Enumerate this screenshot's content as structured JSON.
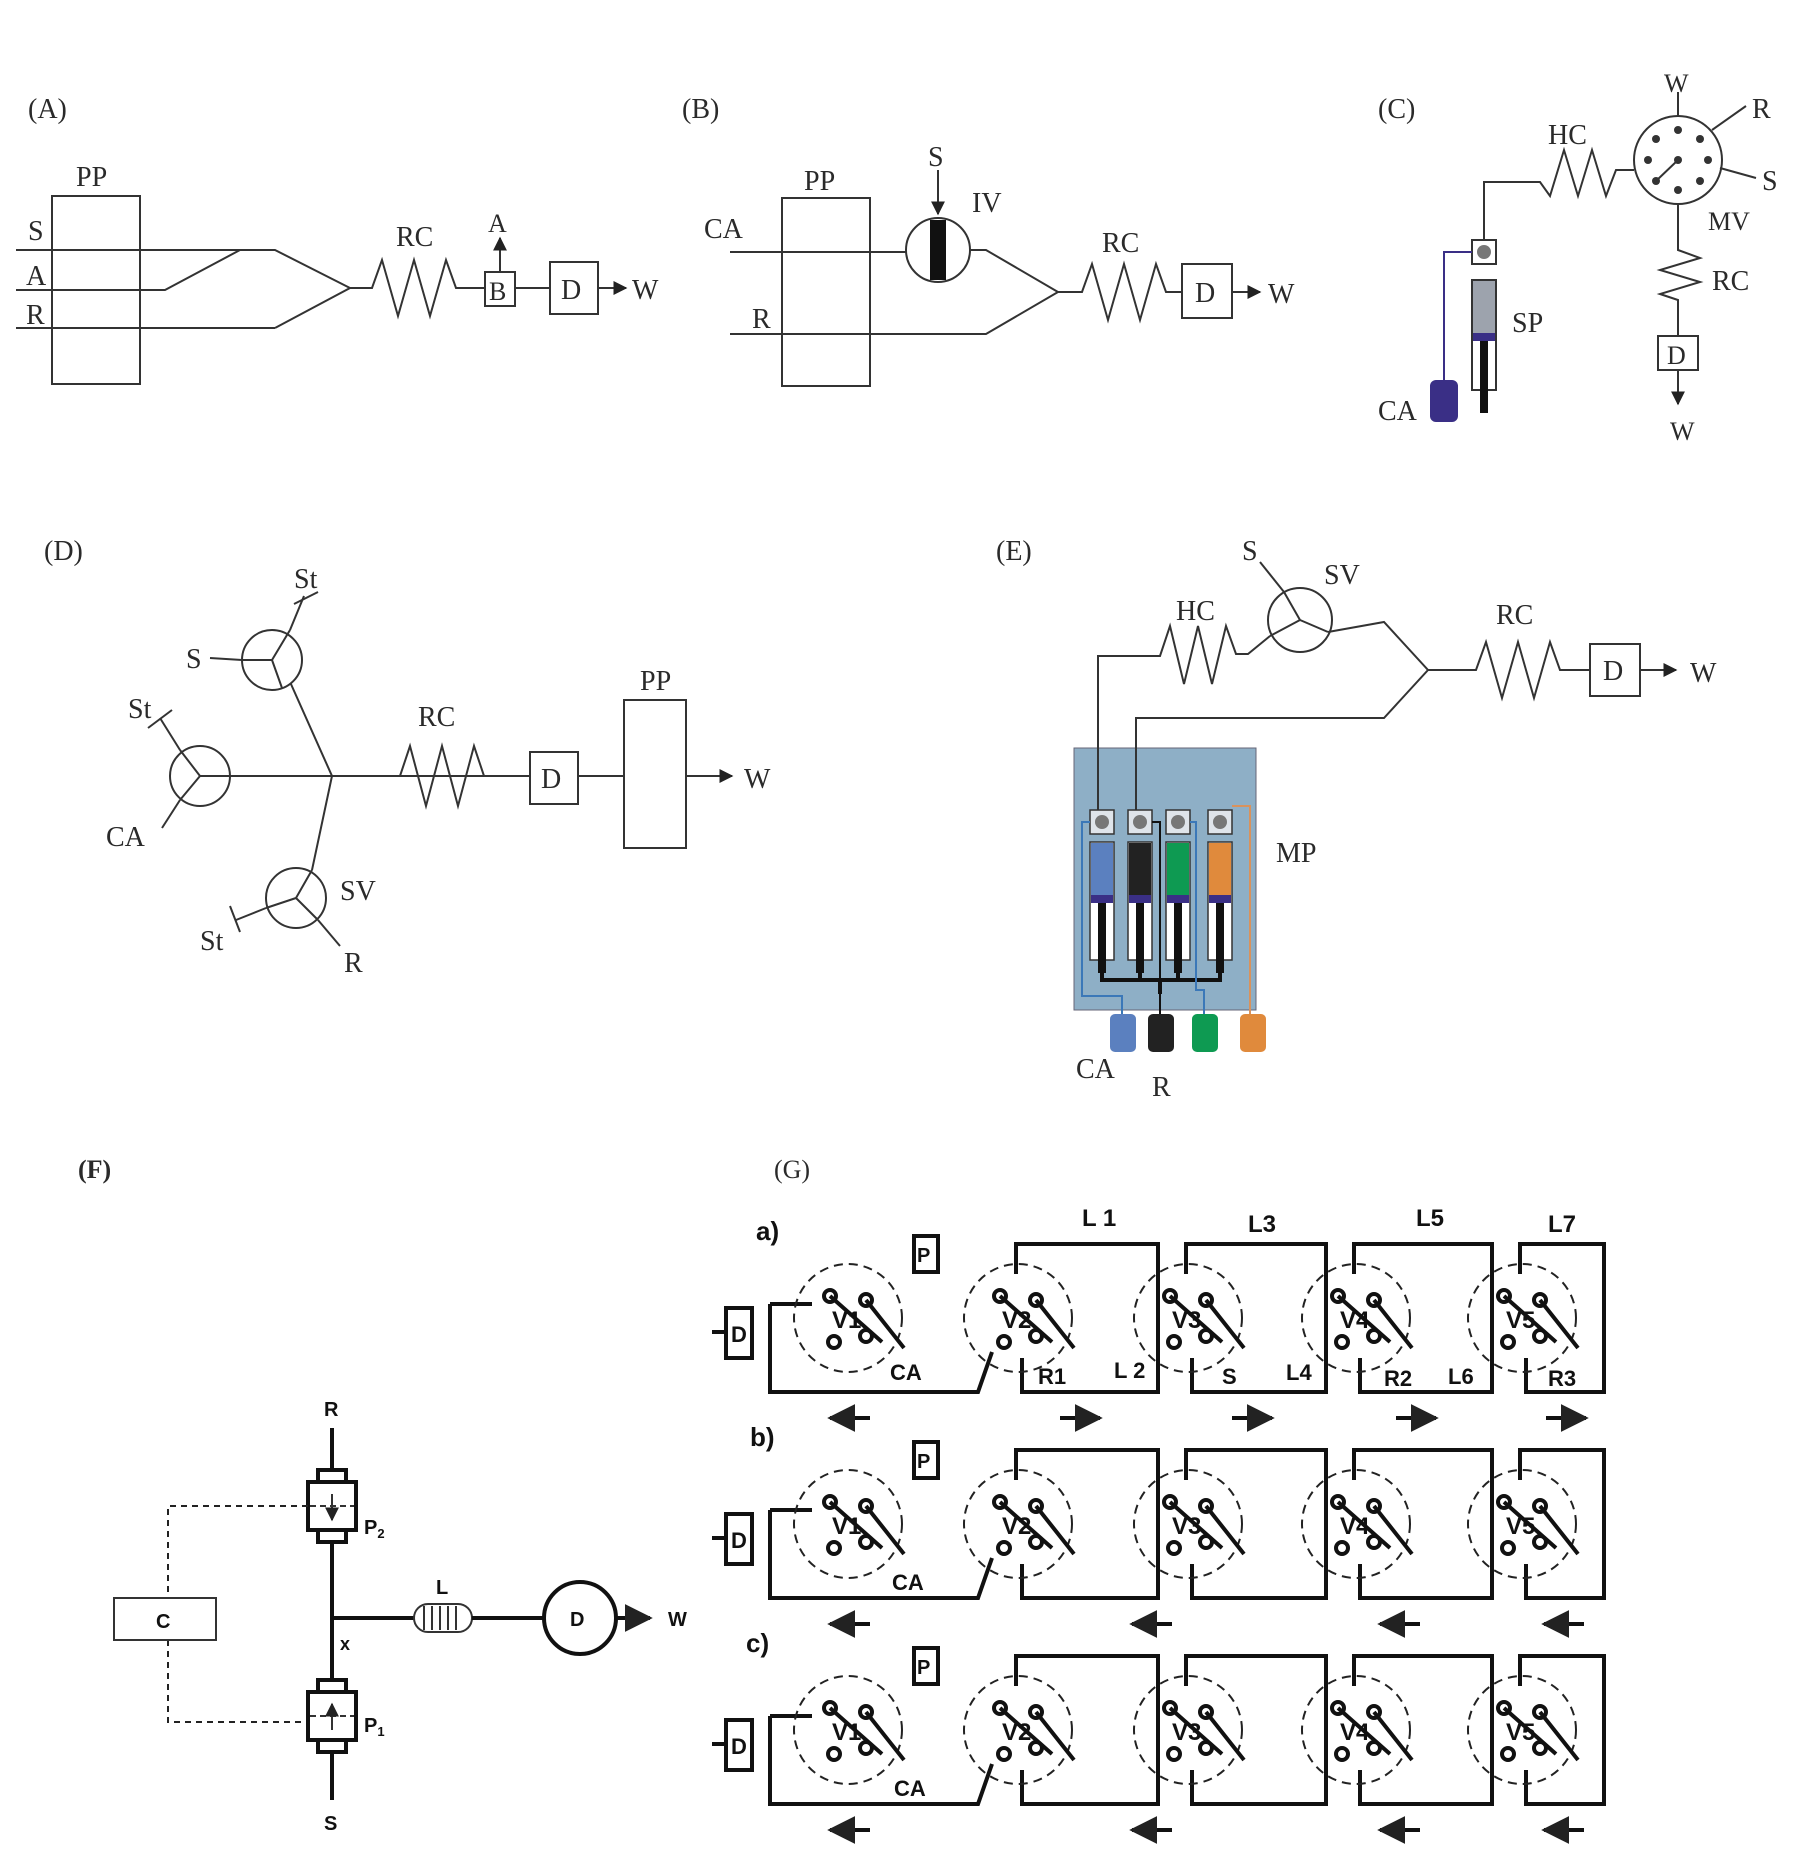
{
  "panels": {
    "A": {
      "label": "(A)",
      "pp": "PP",
      "s": "S",
      "a": "A",
      "r": "R",
      "rc": "RC",
      "b": "B",
      "a_out": "A",
      "d": "D",
      "w": "W"
    },
    "B": {
      "label": "(B)",
      "pp": "PP",
      "ca": "CA",
      "r": "R",
      "s": "S",
      "iv": "IV",
      "rc": "RC",
      "d": "D",
      "w": "W"
    },
    "C": {
      "label": "(C)",
      "hc": "HC",
      "w_top": "W",
      "r": "R",
      "s": "S",
      "mv": "MV",
      "rc": "RC",
      "d": "D",
      "w_bottom": "W",
      "sp": "SP",
      "ca": "CA"
    },
    "D": {
      "label": "(D)",
      "st1": "St",
      "s": "S",
      "st2": "St",
      "ca": "CA",
      "sv": "SV",
      "st3": "St",
      "r": "R",
      "rc": "RC",
      "d": "D",
      "pp": "PP",
      "w": "W"
    },
    "E": {
      "label": "(E)",
      "s": "S",
      "sv": "SV",
      "hc": "HC",
      "rc": "RC",
      "d": "D",
      "w": "W",
      "mp": "MP",
      "ca": "CA",
      "r": "R"
    },
    "F": {
      "label": "(F)",
      "r": "R",
      "p2": "P",
      "p2_sub": "2",
      "c": "C",
      "x": "x",
      "l": "L",
      "d": "D",
      "w": "W",
      "p1": "P",
      "p1_sub": "1",
      "s": "S"
    },
    "G": {
      "label": "(G)",
      "rows": [
        "a)",
        "b)",
        "c)"
      ],
      "loops": [
        "L 1",
        "L3",
        "L5",
        "L7"
      ],
      "lower_loops": [
        "L 2",
        "L4",
        "L6"
      ],
      "valves": [
        "V1",
        "V2",
        "V3",
        "V4",
        "V5"
      ],
      "d": "D",
      "p": "P",
      "ca": "CA",
      "s": "S",
      "reagents": [
        "R1",
        "R2",
        "R3"
      ]
    }
  },
  "colors": {
    "manifold": "#8eafc6",
    "syringe_blue": "#5b80bf",
    "syringe_black": "#222222",
    "syringe_green": "#0e9a52",
    "syringe_orange": "#e08a3c",
    "plunger": "#3a2f86",
    "ca_reservoir_c": "#3a2f86",
    "line_blue": "#3b78b8",
    "line_orange": "#d9925c"
  }
}
